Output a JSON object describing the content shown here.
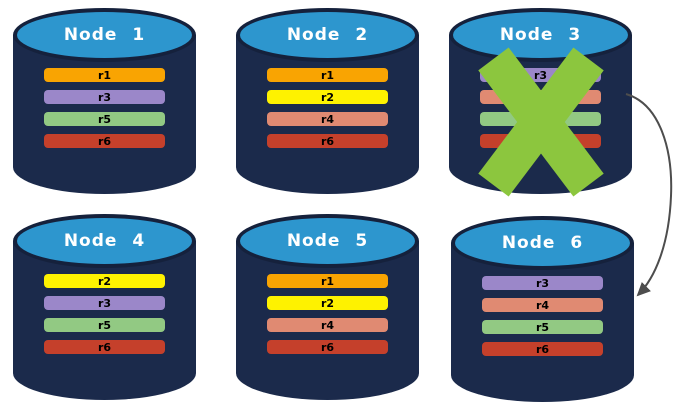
{
  "colors": {
    "background": "#FFFFFF",
    "cylinder_body": "#1B2A4B",
    "cylinder_top": "#2D96CE",
    "cylinder_rim": "#15213C",
    "node_title_text": "#FFFFFF",
    "row_text": "#000000",
    "failure_x": "#8CC63E",
    "arrow": "#4D4D4D",
    "replica_palette": {
      "r1": "#F9A402",
      "r2": "#FEF200",
      "r3": "#9B87C9",
      "r4": "#E08A72",
      "r5": "#92C983",
      "r6": "#C5402B"
    }
  },
  "nodes": [
    {
      "label": "Node 1",
      "failed": false,
      "rows": [
        {
          "label": "r1",
          "color": "#F9A402"
        },
        {
          "label": "r3",
          "color": "#9B87C9"
        },
        {
          "label": "r5",
          "color": "#92C983"
        },
        {
          "label": "r6",
          "color": "#C5402B"
        }
      ]
    },
    {
      "label": "Node 2",
      "failed": false,
      "rows": [
        {
          "label": "r1",
          "color": "#F9A402"
        },
        {
          "label": "r2",
          "color": "#FEF200"
        },
        {
          "label": "r4",
          "color": "#E08A72"
        },
        {
          "label": "r6",
          "color": "#C5402B"
        }
      ]
    },
    {
      "label": "Node 3",
      "failed": true,
      "rows": [
        {
          "label": "r3",
          "color": "#9B87C9"
        },
        {
          "label": "",
          "color": "#E08A72"
        },
        {
          "label": "",
          "color": "#92C983"
        },
        {
          "label": "",
          "color": "#C5402B"
        }
      ]
    },
    {
      "label": "Node 4",
      "failed": false,
      "rows": [
        {
          "label": "r2",
          "color": "#FEF200"
        },
        {
          "label": "r3",
          "color": "#9B87C9"
        },
        {
          "label": "r5",
          "color": "#92C983"
        },
        {
          "label": "r6",
          "color": "#C5402B"
        }
      ]
    },
    {
      "label": "Node 5",
      "failed": false,
      "rows": [
        {
          "label": "r1",
          "color": "#F9A402"
        },
        {
          "label": "r2",
          "color": "#FEF200"
        },
        {
          "label": "r4",
          "color": "#E08A72"
        },
        {
          "label": "r6",
          "color": "#C5402B"
        }
      ]
    },
    {
      "label": "Node 6",
      "failed": false,
      "rows": [
        {
          "label": "r3",
          "color": "#9B87C9"
        },
        {
          "label": "r4",
          "color": "#E08A72"
        },
        {
          "label": "r5",
          "color": "#92C983"
        },
        {
          "label": "r6",
          "color": "#C5402B"
        }
      ]
    }
  ],
  "arrow": {
    "from": "Node 3",
    "to": "Node 6"
  }
}
